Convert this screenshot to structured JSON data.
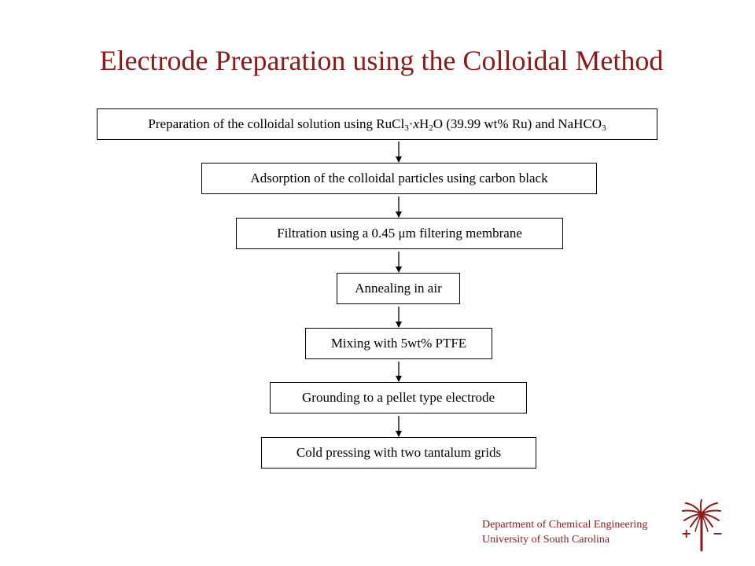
{
  "title": "Electrode Preparation using the Colloidal Method",
  "steps": [
    {
      "pre": "Preparation of the colloidal solution using  RuCl",
      "sub1": "3",
      "mid1": "·",
      "ital": "x",
      "mid2": "H",
      "sub2": "2",
      "mid3": "O (39.99 wt% Ru) and NaHCO",
      "sub3": "3"
    },
    {
      "text": "Adsorption of  the colloidal particles using carbon black"
    },
    {
      "text": "Filtration using a 0.45 μm filtering membrane"
    },
    {
      "text": "Annealing in air"
    },
    {
      "text": "Mixing with 5wt% PTFE"
    },
    {
      "text": "Grounding to a pellet type electrode"
    },
    {
      "text": "Cold pressing with two tantalum grids"
    }
  ],
  "footer": {
    "line1": "Department of Chemical Engineering",
    "line2": "University of South Carolina"
  },
  "logo": {
    "icon": "palmetto-tree-icon",
    "plus": "+",
    "minus": "−",
    "color": "#8b1a1a"
  }
}
